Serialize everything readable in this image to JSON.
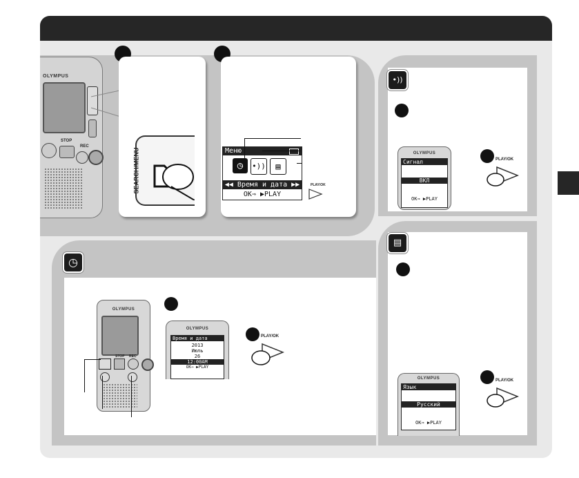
{
  "device_brand": "OLYMPUS",
  "side_label": "SEARCH/MENU",
  "menu_screen": {
    "title": "Меню",
    "selected_item": "Время и дата",
    "footer": "OK⇒ ▶PLAY",
    "key_label": "PLAY/OK"
  },
  "buttons": {
    "stop": "STOP",
    "rec": "REC",
    "play_ok": "PLAY/OK",
    "stop_small": "STOP",
    "rec_small": "REC"
  },
  "beep_screen": {
    "title": "Сигнал",
    "value": "ВКЛ",
    "footer": "OK⇒ ▶PLAY",
    "key_label": "PLAY/OK"
  },
  "datetime_screen": {
    "title": "Время и дата",
    "year": "2013",
    "month": "Июль",
    "day": "26",
    "time": "12:00AM",
    "footer": "OK⇒ ▶PLAY",
    "key_label": "PLAY/OK"
  },
  "language_screen": {
    "title": "Язык",
    "value": "Русский",
    "footer": "OK⇒ ▶PLAY",
    "key_label": "PLAY/OK"
  },
  "icons": [
    "clock-icon",
    "speaker-icon",
    "language-icon"
  ],
  "colors": {
    "dark": "#262626",
    "panel": "#e9e9e9",
    "tab": "#c4c4c4",
    "side_tab": "#262626"
  }
}
